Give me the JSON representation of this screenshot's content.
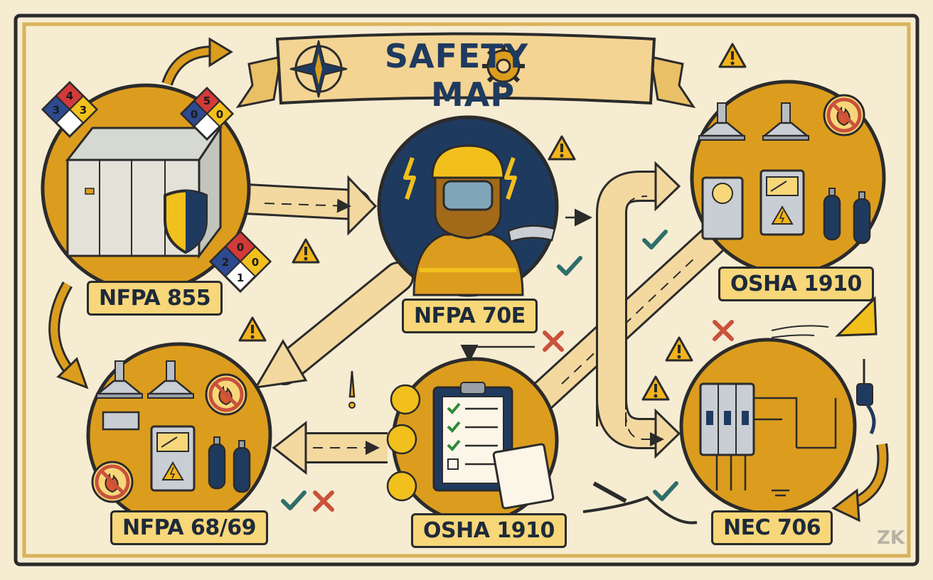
{
  "title": {
    "left_word": "SAFETY",
    "right_word": "MAP"
  },
  "nodes": [
    {
      "id": "nfpa855",
      "label": "NFPA 855"
    },
    {
      "id": "nfpa70e",
      "label": "NFPA 70E"
    },
    {
      "id": "osha1910_top",
      "label": "OSHA 1910"
    },
    {
      "id": "nfpa6869",
      "label": "NFPA 68/69"
    },
    {
      "id": "osha1910_mid",
      "label": "OSHA 1910"
    },
    {
      "id": "nec706",
      "label": "NEC 706"
    }
  ],
  "hazard_diamonds": [
    {
      "top": "4",
      "left": "3",
      "right": "3"
    },
    {
      "top": "5",
      "left": "0",
      "right": "0"
    },
    {
      "top": "0",
      "left": "2",
      "right": "0",
      "bottom": "1"
    }
  ],
  "watermark": "ZK",
  "colors": {
    "paper": "#f6ecd2",
    "gold": "#dc9d1e",
    "navy": "#1f3a5f",
    "outline": "#2b2b2b",
    "path": "#f3d9a0"
  }
}
